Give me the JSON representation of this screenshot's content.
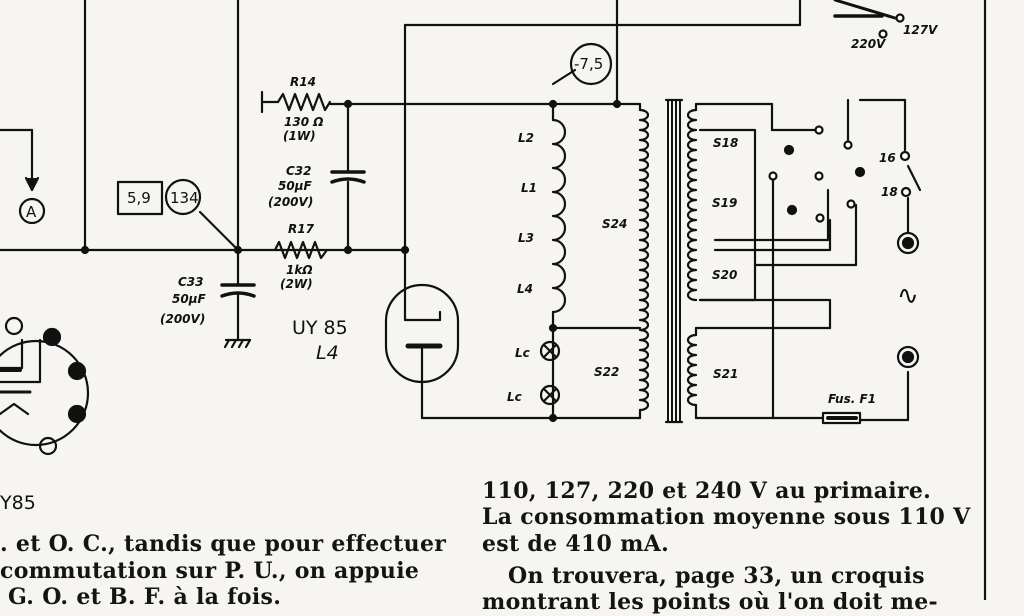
{
  "labels": {
    "R14": "R14",
    "R14_value": "130 Ω",
    "R14_power": "(1W)",
    "C32": "C32",
    "C32_value": "50μF",
    "C32_voltage": "(200V)",
    "R17": "R17",
    "R17_value": "1kΩ",
    "R17_power": "(2W)",
    "C33": "C33",
    "C33_value": "50μF",
    "C33_voltage": "(200V)",
    "box_5_9": "5,9",
    "circle_134": "134",
    "circle_7_5": "-7,5",
    "meter_A": "A",
    "tube_name": "UY 85",
    "tube_ref": "L4",
    "left_tube_name": "Y85",
    "L2": "L2",
    "L1": "L1",
    "L3": "L3",
    "L4": "L4",
    "Lc1": "Lc",
    "Lc2": "Lc",
    "S24": "S24",
    "S22": "S22",
    "S18": "S18",
    "S19": "S19",
    "S20": "S20",
    "S21": "S21",
    "tap16": "16",
    "tap18": "18",
    "fuse": "Fus. F1",
    "v220": "220V",
    "v127": "127V",
    "ac_symbol": "∿"
  },
  "text": {
    "left_line1": ". et O. C., tandis que pour effectuer",
    "left_line2": "commutation sur P. U., on appuie",
    "left_line3": "G. O. et B. F. à la fois.",
    "right_line1": "110, 127, 220 et 240 V au primaire.",
    "right_line2": "La consommation moyenne sous 110 V",
    "right_line3": "est de 410 mA.",
    "right_line4": "On trouvera, page 33, un croquis",
    "right_line5": "montrant les points où l'on doit me-"
  }
}
